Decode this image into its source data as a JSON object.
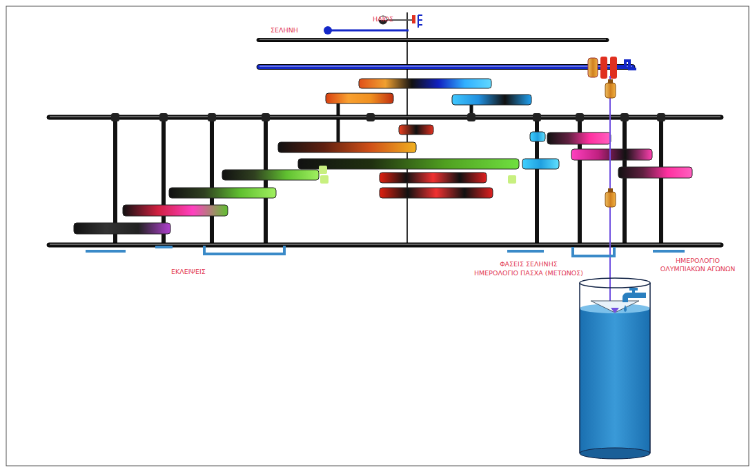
{
  "diagram": {
    "labels": [
      "ΗΛΙΟΣ",
      "ΣΕΛΗΝΗ",
      "ΕΚΛΕΙΨΕΙΣ",
      "ΦΑΣΕΙΣ ΣΕΛΗΝΗΣ",
      "ΗΜΕΡΟΛΟΓΙΟ ΠΑΣΧΑ (ΜΕΤΩΝΟΣ)",
      "ΗΜΕΡΟΛΟΓΙΟ ΟΛΥΜΠΙΑΚΩΝ ΑΓΩΝΩΝ"
    ]
  }
}
